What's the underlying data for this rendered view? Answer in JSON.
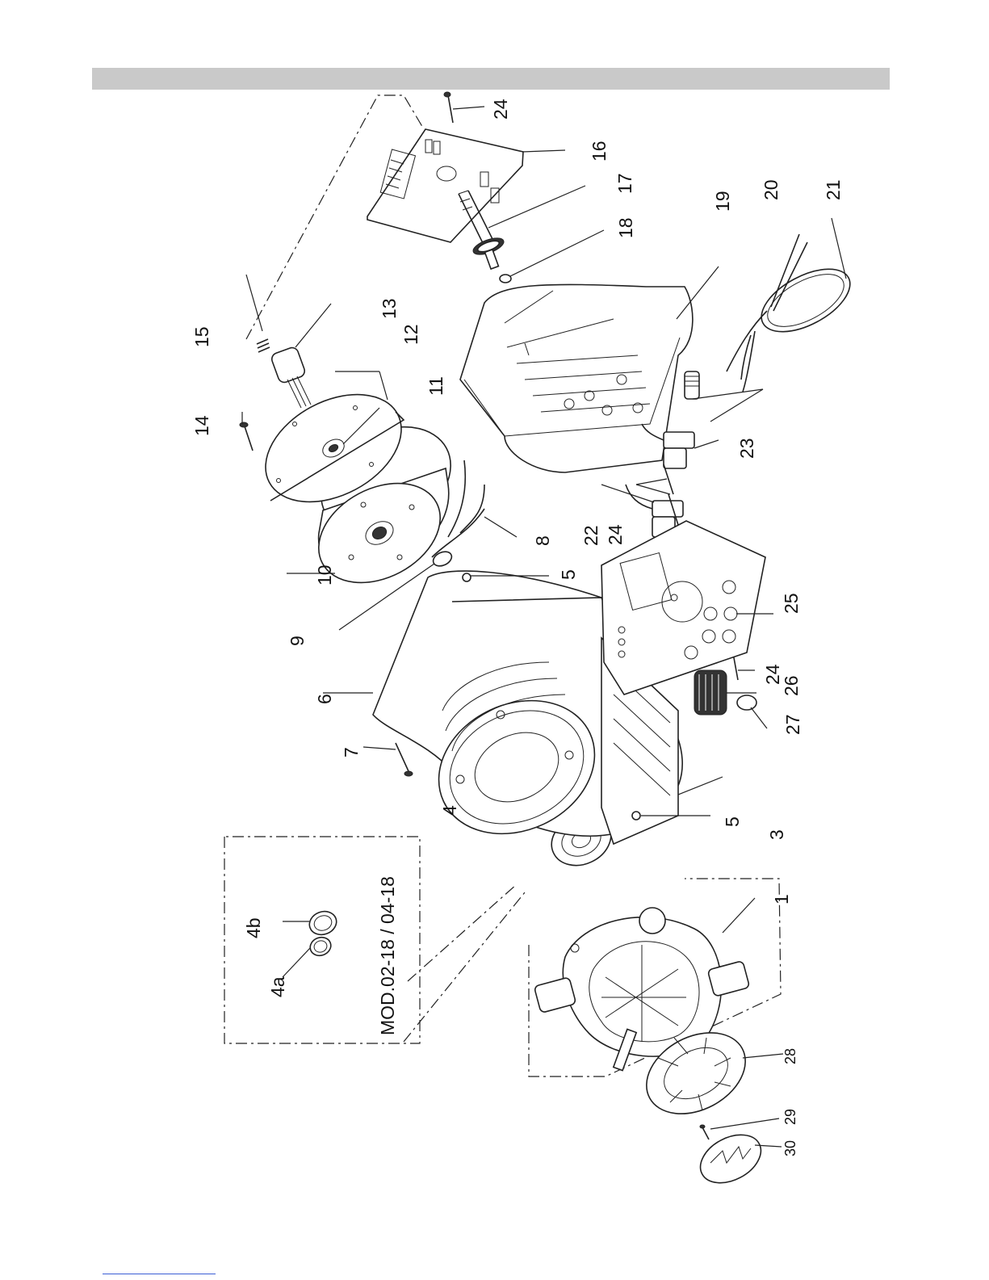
{
  "diagram": {
    "inset_text": "MOD.02-18 / 04-18",
    "labels": {
      "l1": "1",
      "l3": "3",
      "l4": "4",
      "l4a": "4a",
      "l4b": "4b",
      "l5a": "5",
      "l5b": "5",
      "l6": "6",
      "l7": "7",
      "l8": "8",
      "l9": "9",
      "l10": "10",
      "l11": "11",
      "l12": "12",
      "l13": "13",
      "l14": "14",
      "l15": "15",
      "l16": "16",
      "l17": "17",
      "l18": "18",
      "l19": "19",
      "l20": "20",
      "l21": "21",
      "l22": "22",
      "l23": "23",
      "l24a": "24",
      "l24b": "24",
      "l24c": "24",
      "l25": "25",
      "l26": "26",
      "l27": "27",
      "l28": "28",
      "l29": "29",
      "l30": "30"
    }
  },
  "colors": {
    "header_bar": "#c9c9c9",
    "line": "#222222",
    "footer_link": "#3b5fd6"
  }
}
